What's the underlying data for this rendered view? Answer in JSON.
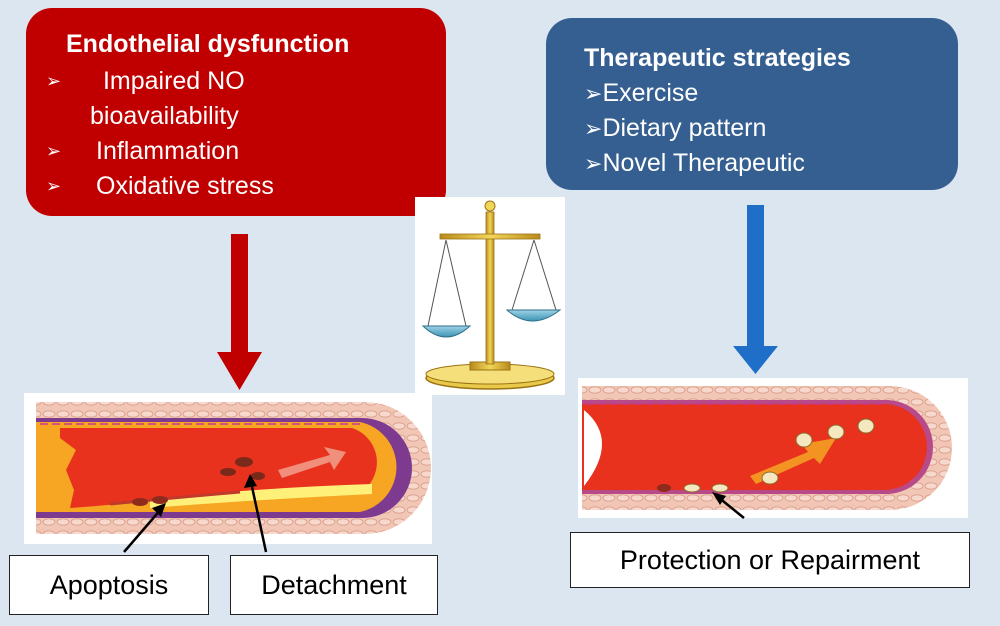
{
  "left_panel": {
    "title": "Endothelial dysfunction",
    "items": [
      {
        "mark": "➢",
        "text": " Impaired NO"
      },
      {
        "mark": "",
        "text": "bioavailability"
      },
      {
        "mark": "➢",
        "text": "Inflammation"
      },
      {
        "mark": "➢",
        "text": "Oxidative stress"
      }
    ],
    "color": "#c00000"
  },
  "right_panel": {
    "title": "Therapeutic strategies",
    "items": [
      {
        "mark": "➢",
        "text": "Exercise"
      },
      {
        "mark": "➢",
        "text": "Dietary pattern"
      },
      {
        "mark": "➢",
        "text": "Novel Therapeutic"
      }
    ],
    "color": "#355f91"
  },
  "labels": {
    "apoptosis": "Apoptosis",
    "detachment": "Detachment",
    "protection": "Protection or Repairment"
  },
  "icons": {
    "balance": "balance-scale-icon",
    "red_arrow": "red-down-arrow-icon",
    "blue_arrow": "blue-down-arrow-icon"
  },
  "colors": {
    "background": "#dce6f1",
    "red_arrow": "#c00000",
    "blue_arrow": "#1f6fc8",
    "vessel_wall": "#f3c9b8",
    "blood": "#e8321e"
  }
}
